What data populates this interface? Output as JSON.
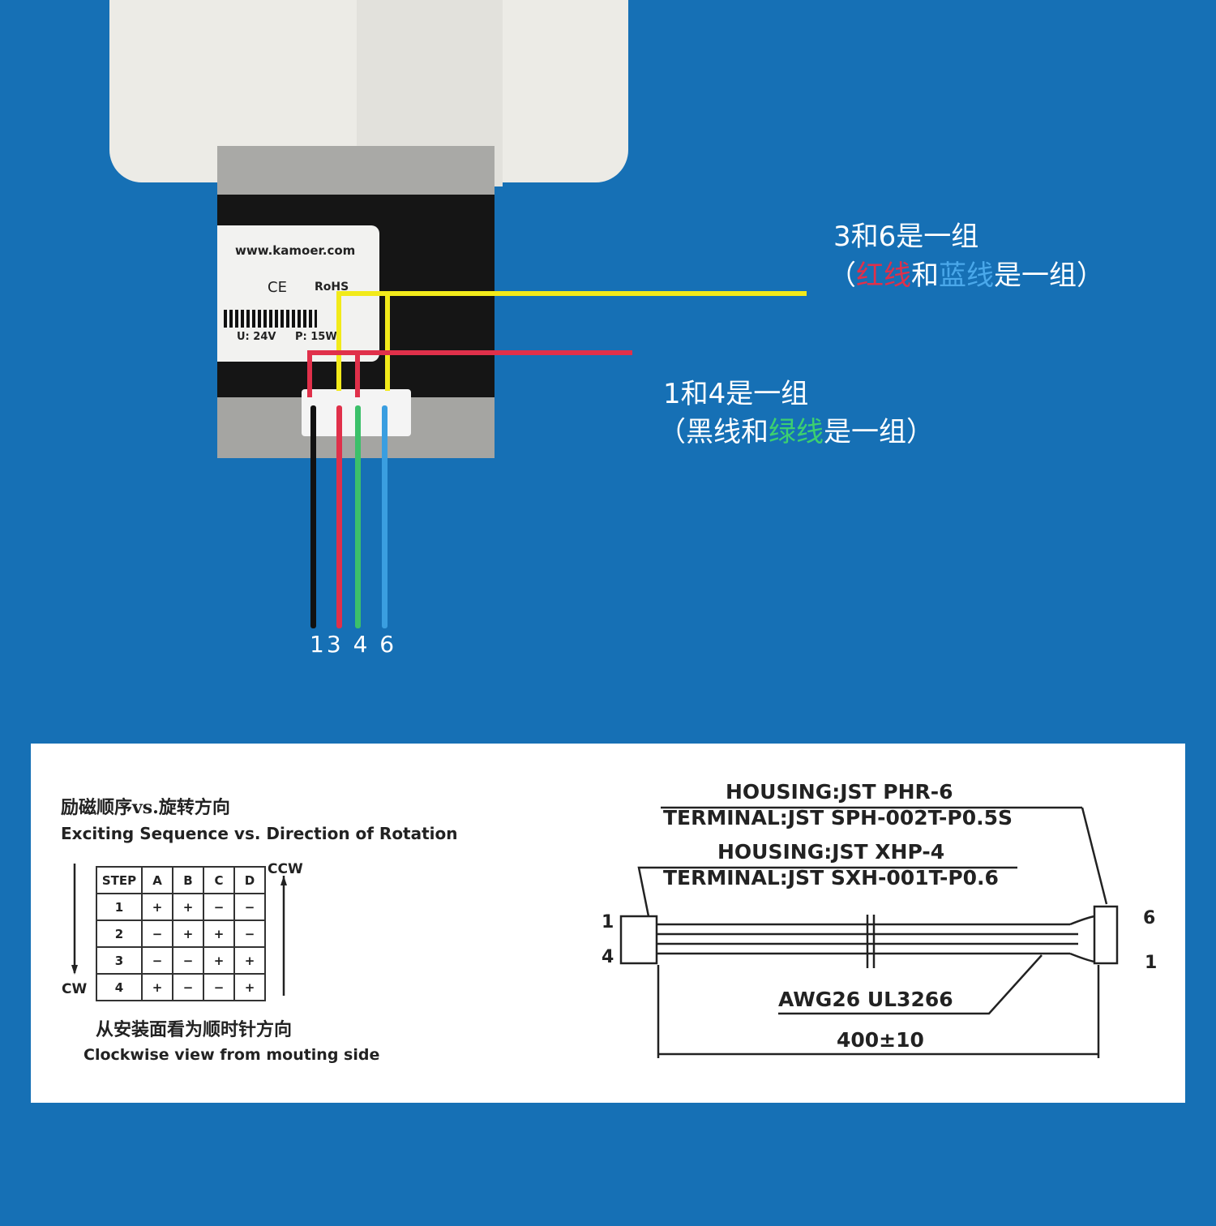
{
  "motor_label": {
    "website": "www.kamoer.com",
    "ce": "CE",
    "rohs": "RoHS",
    "voltage": "U: 24V",
    "power": "P: 15W"
  },
  "wire_numbers": [
    "1",
    "3",
    "4",
    "6"
  ],
  "wire_colors": {
    "black": "#111111",
    "red": "#e0304a",
    "green": "#3cc06a",
    "blue": "#3a9ee0",
    "yellow": "#f2ea1a"
  },
  "annotation_36": {
    "title": "3和6是一组",
    "open": "（",
    "red": "红线",
    "and": "和",
    "blue": "蓝线",
    "rest": "是一组）"
  },
  "annotation_14": {
    "title": "1和4是一组",
    "open": "（黑线和",
    "green": "绿线",
    "rest": "是一组）"
  },
  "sequence": {
    "title_cn": "励磁顺序vs.旋转方向",
    "title_en": "Exciting Sequence vs. Direction of Rotation",
    "headers": [
      "STEP",
      "A",
      "B",
      "C",
      "D"
    ],
    "rows": [
      [
        "1",
        "+",
        "+",
        "−",
        "−"
      ],
      [
        "2",
        "−",
        "+",
        "+",
        "−"
      ],
      [
        "3",
        "−",
        "−",
        "+",
        "+"
      ],
      [
        "4",
        "+",
        "−",
        "−",
        "+"
      ]
    ],
    "ccw": "CCW",
    "cw": "CW",
    "note_cn": "从安装面看为顺时针方向",
    "note_en": "Clockwise view from mouting side"
  },
  "cable": {
    "housing6": "HOUSING:JST PHR-6",
    "terminal6": "TERMINAL:JST SPH-002T-P0.5S",
    "housing4": "HOUSING:JST XHP-4",
    "terminal4": "TERMINAL:JST SXH-001T-P0.6",
    "wire": "AWG26  UL3266",
    "length": "400±10",
    "pin_left_top": "1",
    "pin_left_bottom": "4",
    "pin_right_top": "6",
    "pin_right_bottom": "1"
  }
}
